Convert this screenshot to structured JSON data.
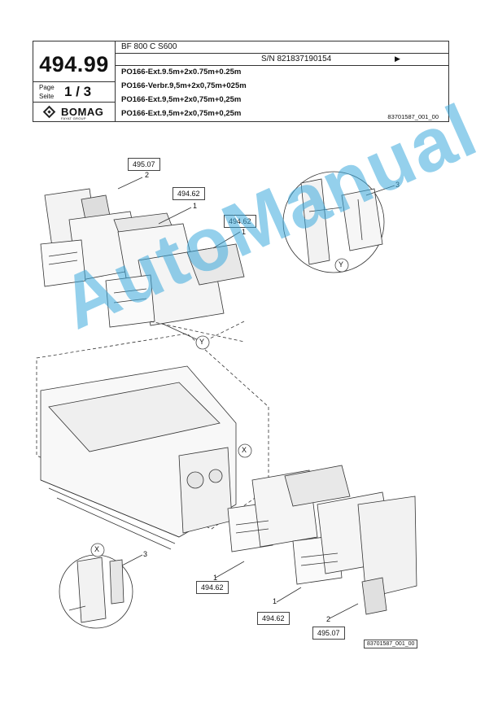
{
  "header": {
    "model": "BF 800 C S600",
    "serial": "S/N 821837190154",
    "serial_arrow": "▶",
    "page_number": "494.99",
    "page_label_en": "Page",
    "page_label_de": "Seite",
    "page_count": "1 / 3",
    "brand": "BOMAG",
    "brand_sub": "FAYAT GROUP",
    "descriptions": [
      "PO166-Ext.9.5m+2x0.75m+0.25m",
      "PO166-Verbr.9,5m+2x0,75m+025m",
      "PO166-Ext.9,5m+2x0,75m+0,25m",
      "PO166-Ext.9,5m+2x0,75m+0,25m"
    ],
    "doc_ref": "83701587_001_00"
  },
  "callouts": {
    "c1": "495.07",
    "c2": "494.62",
    "c3": "494.62",
    "c4": "494.62",
    "c5": "494.62",
    "c6": "495.07"
  },
  "indices": {
    "i_2a": "2",
    "i_1a": "1",
    "i_1b": "1",
    "i_3a": "3",
    "i_y1": "Y",
    "i_y2": "Y",
    "i_x1": "X",
    "i_x2": "X",
    "i_3b": "3",
    "i_1c": "1",
    "i_1d": "1",
    "i_2b": "2"
  },
  "bottom_ref": "83701587_001_00",
  "watermark": "AutoManual"
}
